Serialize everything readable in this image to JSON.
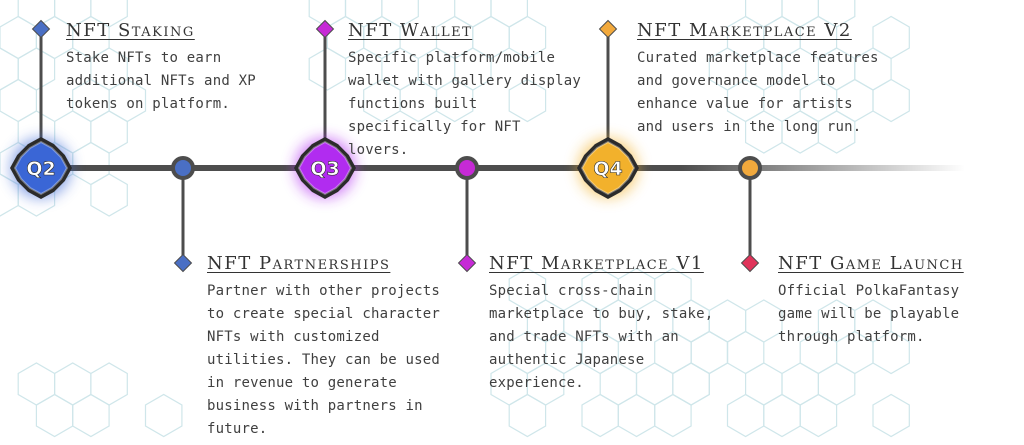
{
  "quarters": [
    {
      "label": "Q2",
      "color": "#3a66d6"
    },
    {
      "label": "Q3",
      "color": "#b12cf0"
    },
    {
      "label": "Q4",
      "color": "#f2b12c"
    }
  ],
  "milestones": [
    {
      "title": "NFT Staking",
      "marker_color": "#4a6fc4",
      "description": "Stake NFTs to earn additional NFTs and XP tokens on platform."
    },
    {
      "title": "NFT Partnerships",
      "marker_color": "#4a6fc4",
      "description": "Partner with other projects to create special character NFTs with customized utilities. They can be used in revenue to generate business with partners in future."
    },
    {
      "title": "NFT Wallet",
      "marker_color": "#c62ad6",
      "description": "Specific platform/mobile wallet with gallery display functions built specifically for NFT lovers."
    },
    {
      "title": "NFT Marketplace V1",
      "marker_color": "#c62ad6",
      "description": "Special cross-chain marketplace to buy, stake, and trade NFTs with an authentic Japanese experience."
    },
    {
      "title": "NFT Marketplace V2",
      "marker_color": "#f2a93c",
      "description": "Curated marketplace features and governance model to enhance value for artists and users in the long run."
    },
    {
      "title": "NFT Game Launch",
      "marker_color": "#e0345a",
      "description": "Official PolkaFantasy game will be playable through platform."
    }
  ],
  "colors": {
    "line": "#4d4d4d",
    "hex_pattern": "#cfe6ea"
  }
}
